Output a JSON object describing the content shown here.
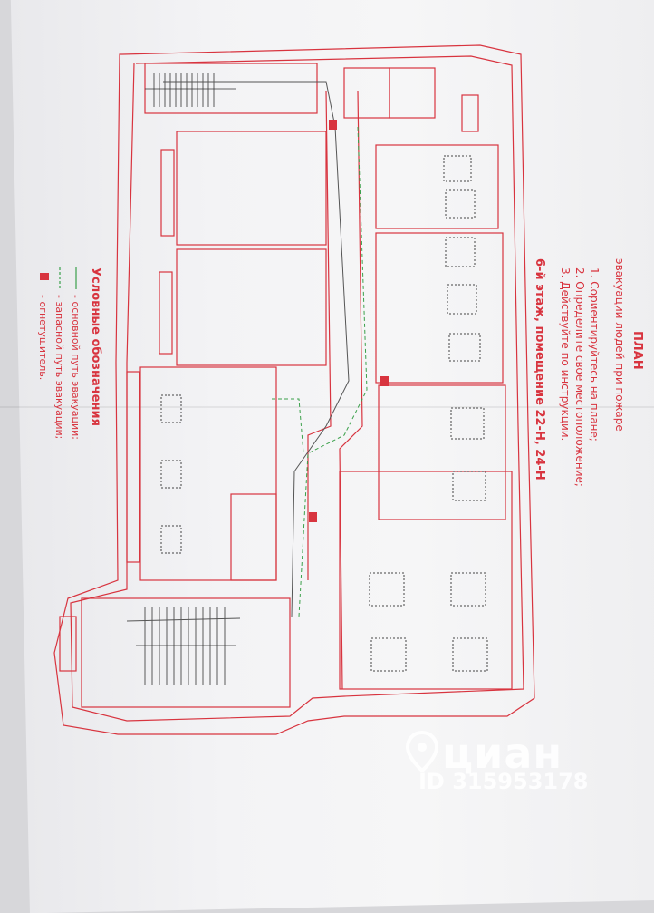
{
  "plan": {
    "title": "ПЛАН",
    "subtitle": "эвакуации людей при пожаре",
    "steps": [
      "1. Сориентируйтесь на плане;",
      "2. Определите свое местоположение;",
      "3. Действуйте по инструкции."
    ],
    "floor": "6-й этаж, помещение 22-Н, 24-Н"
  },
  "legend": {
    "heading": "Условные обозначения",
    "items": [
      {
        "icon": "solid-arrow-icon",
        "label": "- основной путь эвакуации;"
      },
      {
        "icon": "dashed-arrow-icon",
        "label": "- запасной путь эвакуации;"
      },
      {
        "icon": "extinguisher-icon",
        "label": "- огнетушитель."
      }
    ]
  },
  "watermark": {
    "brand": "циан",
    "id": "ID 315953178"
  },
  "colors": {
    "plan_red": "#d8343f",
    "evac_green": "#3aa04a",
    "paper": "#f3f3f5",
    "background": "#d7d7da"
  }
}
